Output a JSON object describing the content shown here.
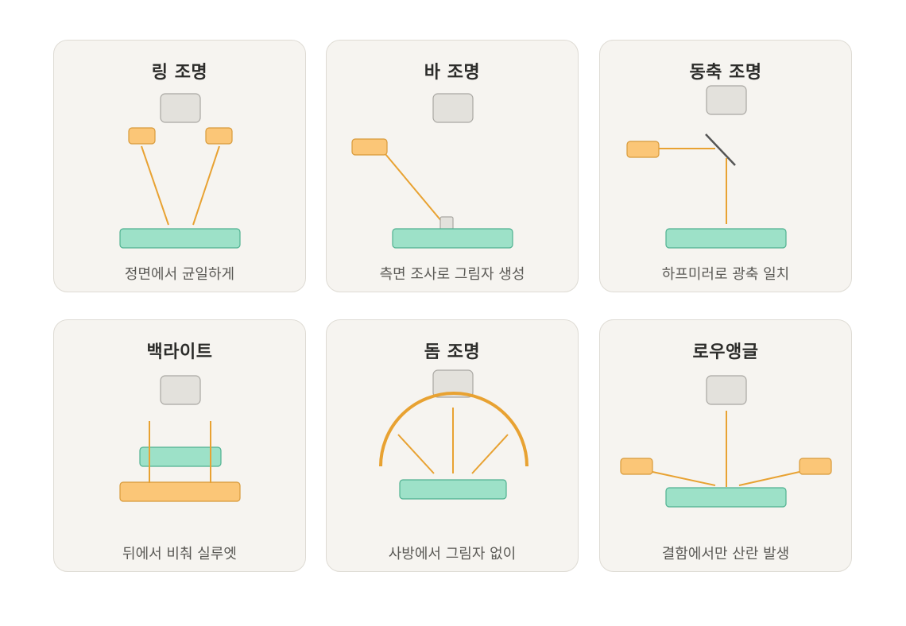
{
  "colors": {
    "card_background": "#f6f4f0",
    "camera": "#e3e1dc",
    "light": "#fbc677",
    "light_ray": "#e8a232",
    "object": "#9de1c8",
    "mirror": "#555555"
  },
  "cards": [
    {
      "title": "링 조명",
      "caption": "정면에서 균일하게"
    },
    {
      "title": "바 조명",
      "caption": "측면 조사로 그림자 생성"
    },
    {
      "title": "동축 조명",
      "caption": "하프미러로 광축 일치"
    },
    {
      "title": "백라이트",
      "caption": "뒤에서 비춰 실루엣"
    },
    {
      "title": "돔 조명",
      "caption": "사방에서 그림자 없이"
    },
    {
      "title": "로우앵글",
      "caption": "결함에서만 산란 발생"
    }
  ]
}
